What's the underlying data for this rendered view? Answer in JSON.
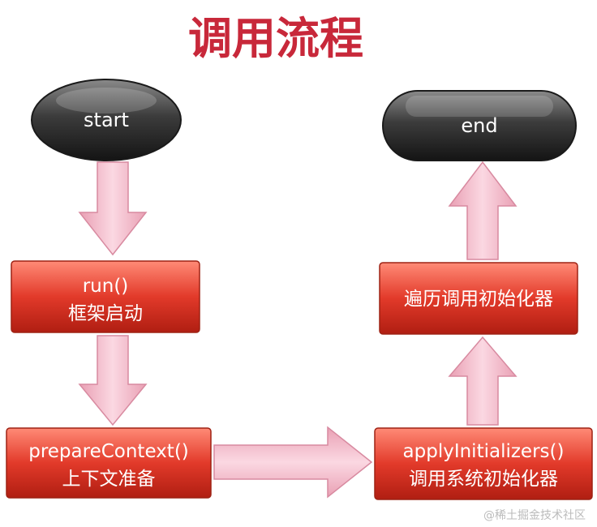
{
  "title": "调用流程",
  "nodes": {
    "start": "start",
    "end": "end",
    "run": {
      "line1": "run()",
      "line2": "框架启动"
    },
    "prepare": {
      "line1": "prepareContext()",
      "line2": "上下文准备"
    },
    "apply": {
      "line1": "applyInitializers()",
      "line2": "调用系统初始化器"
    },
    "iterate": {
      "line1": "遍历调用初始化器"
    }
  },
  "watermark": "@稀土掘金技术社区",
  "colors": {
    "title": "#c8283a",
    "box": "#e23a2a",
    "capsule": "#3a3a3a",
    "arrow": "#f2b6c6",
    "watermark": "#bbbbbb"
  }
}
